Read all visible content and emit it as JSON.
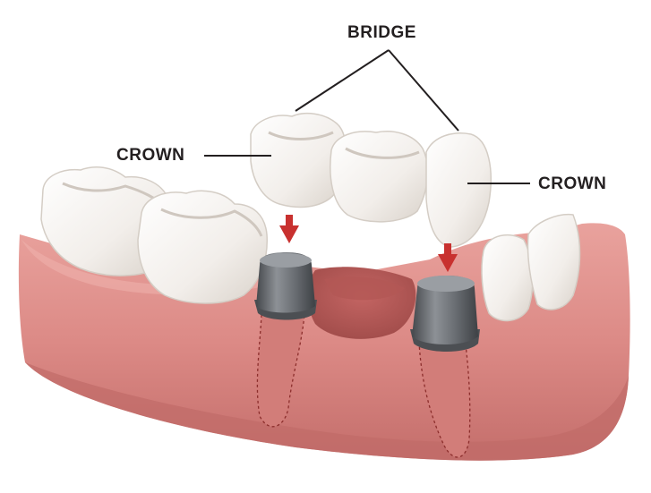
{
  "labels": {
    "bridge": "BRIDGE",
    "crown_left": "CROWN",
    "crown_right": "CROWN"
  },
  "colors": {
    "gum": "#dc8a86",
    "gum_dark": "#b8615f",
    "gum_light": "#eaa7a2",
    "socket": "#a9514f",
    "tooth": "#f6f3ef",
    "tooth_shadow": "#dcd6cf",
    "abutment": "#5e6165",
    "abutment_light": "#8a8e93",
    "arrow": "#c8312f",
    "line": "#231f20"
  },
  "icons": [
    "down-arrow-icon",
    "down-arrow-icon"
  ]
}
